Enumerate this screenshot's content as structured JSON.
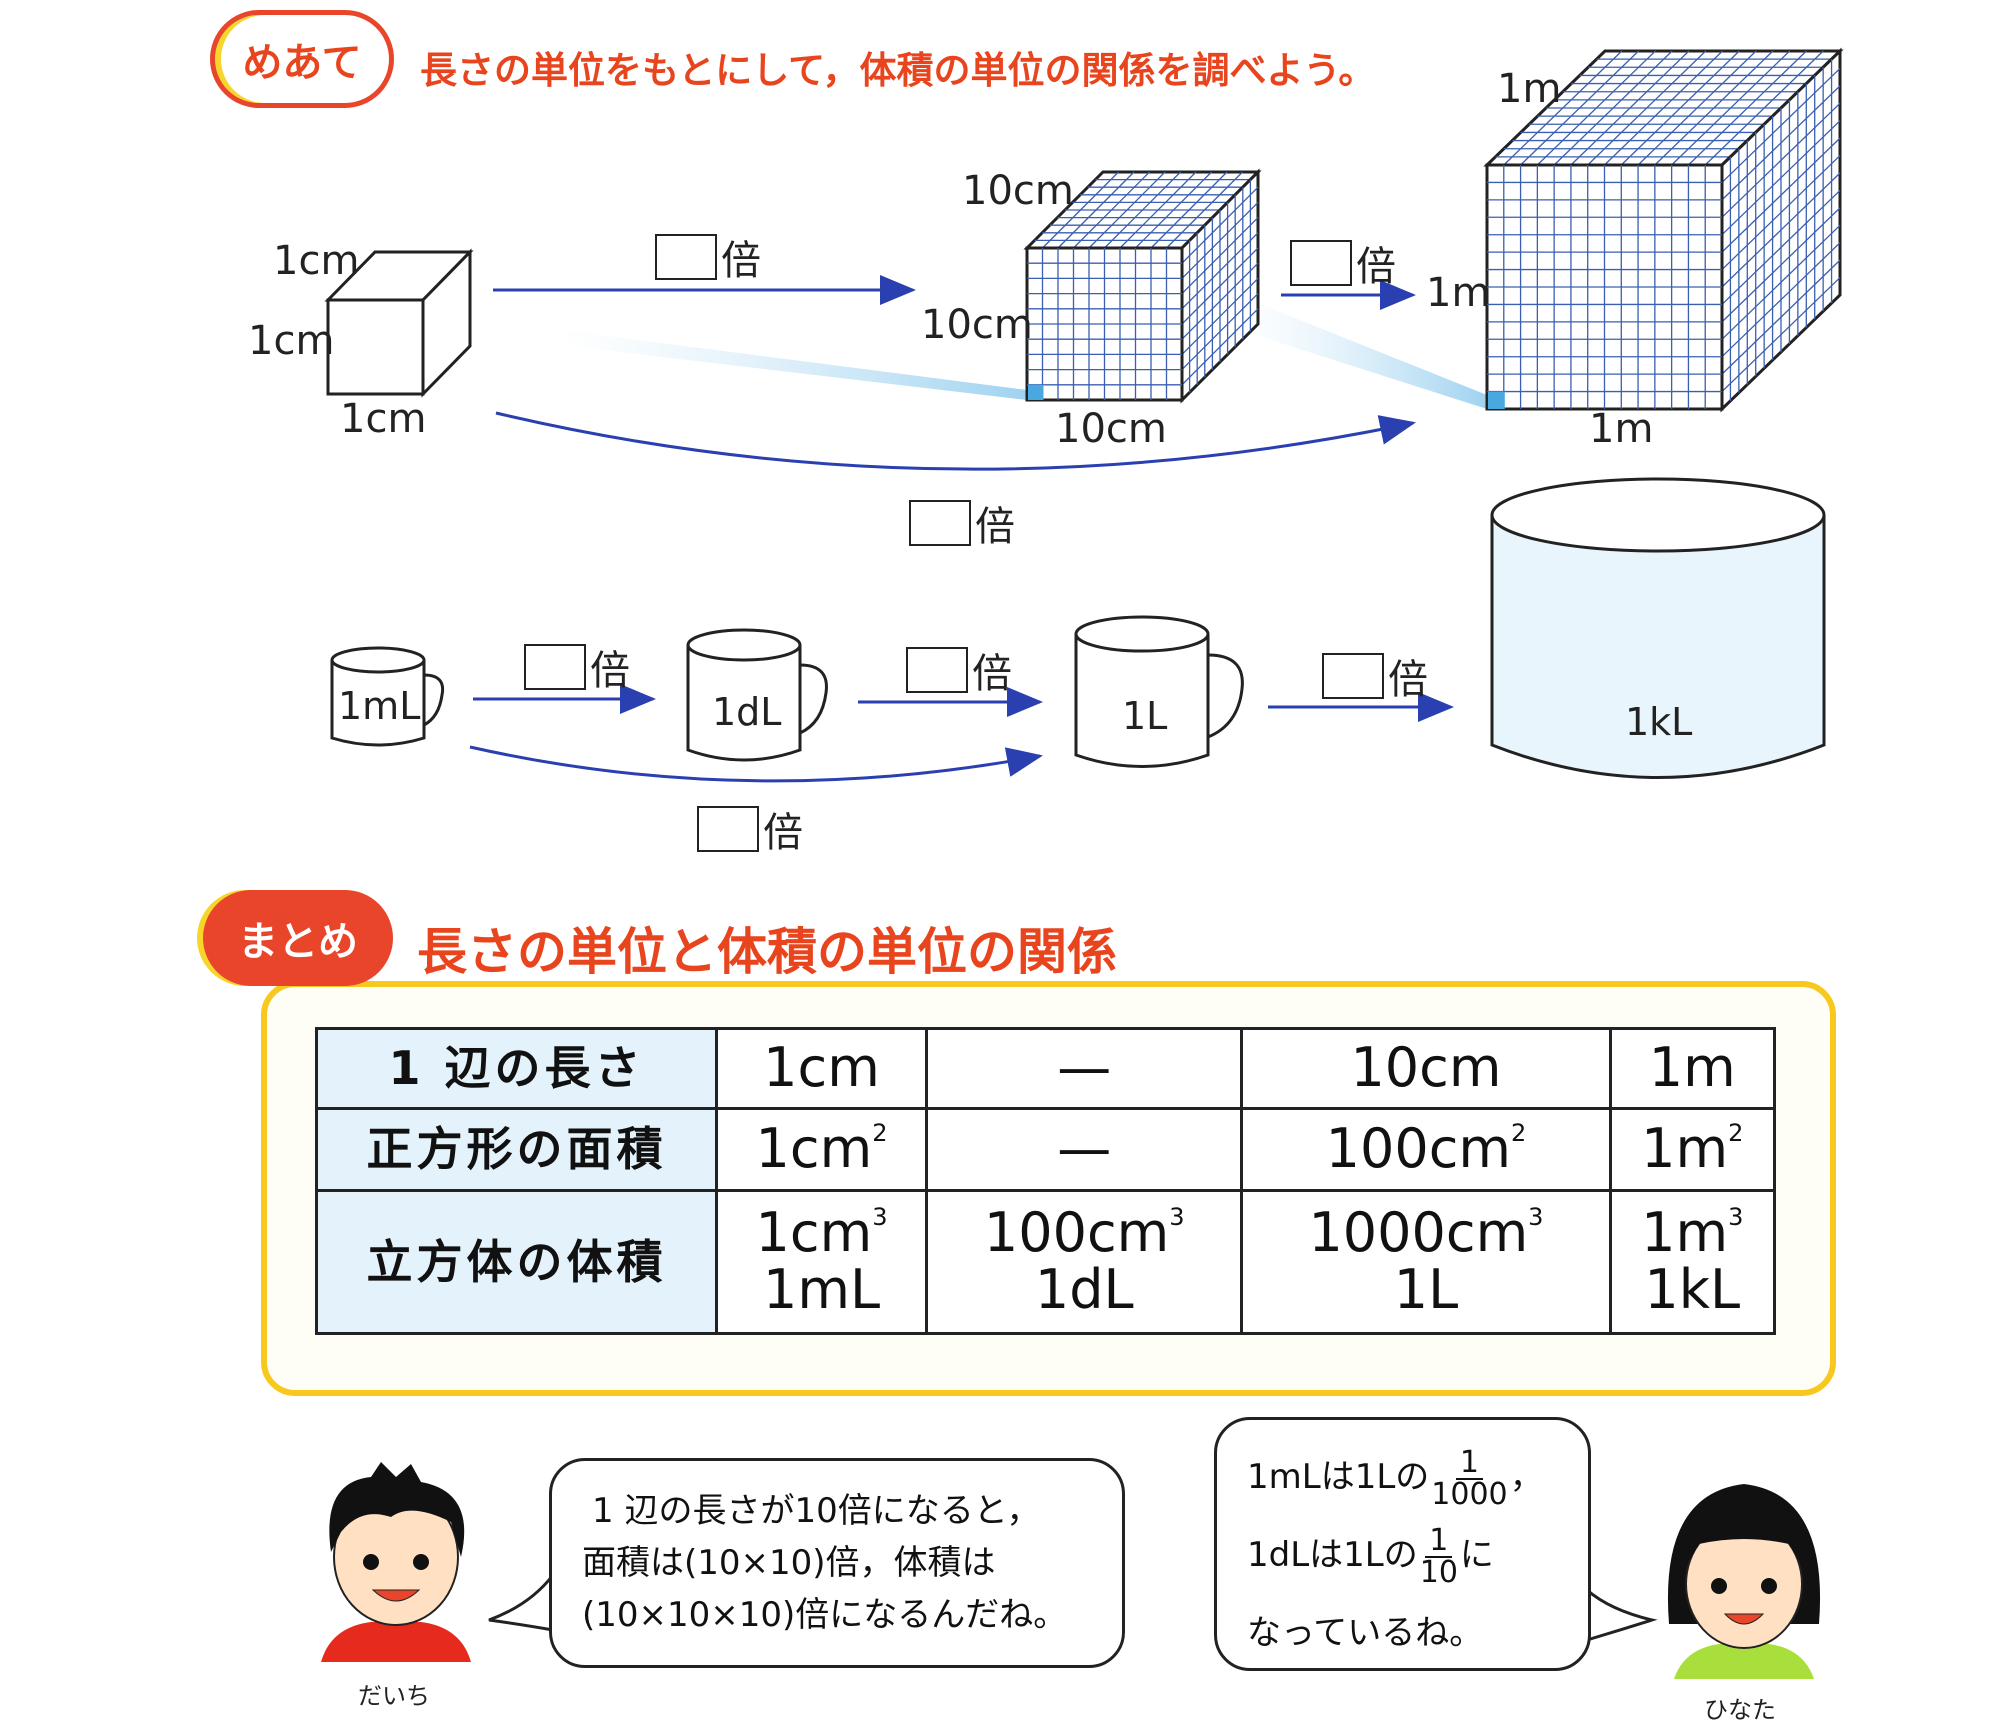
{
  "meate": {
    "badge": "めあて",
    "text": "長さの単位をもとにして，体積の単位の関係を調べよう。"
  },
  "cubes": {
    "small": {
      "labels": [
        "1cm",
        "1cm",
        "1cm"
      ]
    },
    "medium": {
      "labels": [
        "10cm",
        "10cm",
        "10cm"
      ]
    },
    "large": {
      "labels": [
        "1m",
        "1m",
        "1m"
      ]
    }
  },
  "multipliers": {
    "suffix": "倍"
  },
  "cups": {
    "c1": "1mL",
    "c2": "1dL",
    "c3": "1L",
    "tank": "1kL"
  },
  "matome": {
    "badge": "まとめ",
    "title": "長さの単位と体積の単位の関係"
  },
  "table": {
    "rows": [
      {
        "head": "1 辺の長さ",
        "cells": [
          "1cm",
          "—",
          "10cm",
          "1m"
        ]
      },
      {
        "head": "正方形の面積",
        "cells": [
          {
            "b": "1cm",
            "e": "2"
          },
          "—",
          {
            "b": "100cm",
            "e": "2"
          },
          {
            "b": "1m",
            "e": "2"
          }
        ]
      },
      {
        "head": "立方体の体積",
        "cells": [
          {
            "b": "1cm",
            "e": "3",
            "l2": "1mL"
          },
          {
            "b": "100cm",
            "e": "3",
            "l2": "1dL"
          },
          {
            "b": "1000cm",
            "e": "3",
            "l2": "1L"
          },
          {
            "b": "1m",
            "e": "3",
            "l2": "1kL"
          }
        ]
      }
    ]
  },
  "daichi": {
    "name": "だいち",
    "lines": [
      "1 辺の長さが10倍になると，",
      "面積は(10×10)倍，体積は",
      "(10×10×10)倍になるんだね。"
    ]
  },
  "hinata": {
    "name": "ひなた",
    "line1_pre": "1mLは1Lの",
    "frac1_num": "1",
    "frac1_den": "1000",
    "line1_post": "，",
    "line2_pre": "1dLは1Lの",
    "frac2_num": "1",
    "frac2_den": "10",
    "line2_post": "に",
    "line3": "なっているね。"
  },
  "colors": {
    "accent_red": "#e8451e",
    "arrow_blue": "#2a3fb0",
    "yellow": "#f7c81e",
    "table_head": "#e4f3fb"
  }
}
